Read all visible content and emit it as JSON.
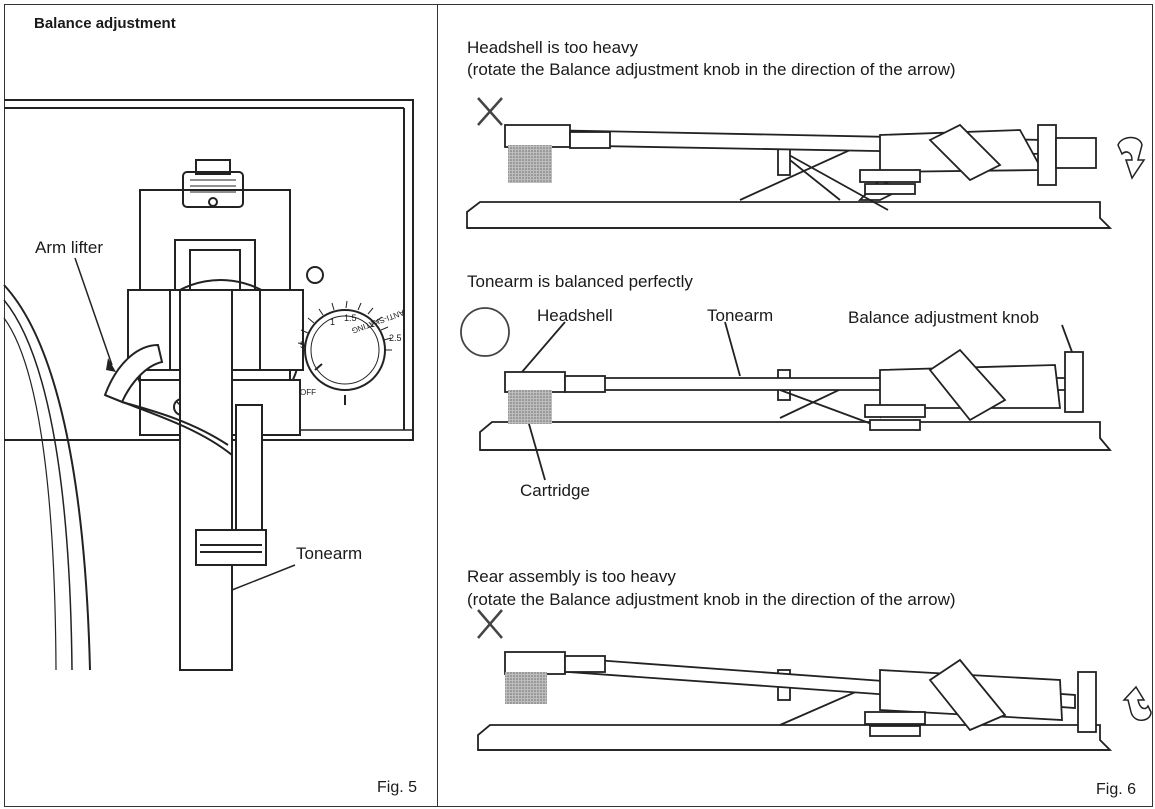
{
  "fig5": {
    "title": "Balance adjustment",
    "arm_lifter_label": "Arm lifter",
    "tonearm_label": "Tonearm",
    "dial_marks": [
      "1",
      "1.5",
      "2",
      "2.5",
      "5",
      "OFF"
    ],
    "dial_text": "ANTI-SKATING",
    "caption": "Fig. 5"
  },
  "fig6": {
    "panel1": {
      "heading": "Headshell is too heavy",
      "instruction": "(rotate the Balance adjustment knob in the direction of the arrow)"
    },
    "panel2": {
      "heading": "Tonearm is balanced perfectly",
      "headshell_label": "Headshell",
      "tonearm_label": "Tonearm",
      "knob_label": "Balance adjustment knob",
      "cartridge_label": "Cartridge"
    },
    "panel3": {
      "heading": "Rear assembly is too heavy",
      "instruction": "(rotate the Balance adjustment knob in the direction of the arrow)"
    },
    "caption": "Fig. 6"
  },
  "colors": {
    "line": "#222222",
    "cartridge": "#9a9a9a"
  }
}
